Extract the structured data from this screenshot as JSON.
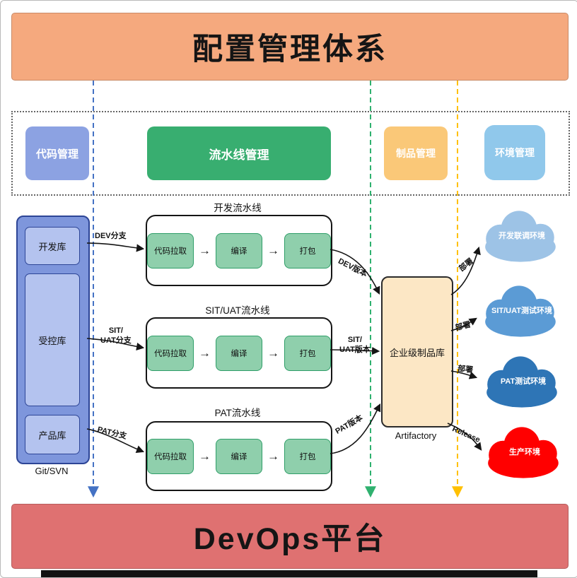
{
  "header": {
    "title": "配置管理体系"
  },
  "footer": {
    "title": "DevOps平台"
  },
  "legend": {
    "code": "代码管理",
    "pipeline": "流水线管理",
    "artifact": "制品管理",
    "environment": "环境管理"
  },
  "repo": {
    "dev": "开发库",
    "controlled": "受控库",
    "product": "产品库",
    "caption": "Git/SVN"
  },
  "pipelines": [
    {
      "title": "开发流水线",
      "steps": [
        "代码拉取",
        "编译",
        "打包"
      ]
    },
    {
      "title": "SIT/UAT流水线",
      "steps": [
        "代码拉取",
        "编译",
        "打包"
      ]
    },
    {
      "title": "PAT流水线",
      "steps": [
        "代码拉取",
        "编译",
        "打包"
      ]
    }
  ],
  "labels": {
    "dev_branch": "DEV分支",
    "sit_branch": "SIT/\nUAT分支",
    "pat_branch": "PAT分支",
    "dev_version": "DEV版本",
    "sit_version": "SIT/\nUAT版本",
    "pat_version": "PAT版本",
    "deploy": "部署",
    "release": "Release"
  },
  "artifact": {
    "label": "企业级制品库",
    "caption": "Artifactory"
  },
  "environments": [
    {
      "label": "开发联调环境",
      "color": "#9DC3E6"
    },
    {
      "label": "SIT/UAT测试环境",
      "color": "#5B9BD5"
    },
    {
      "label": "PAT测试环境",
      "color": "#2E75B6"
    },
    {
      "label": "生产环境",
      "color": "#FF0000"
    }
  ],
  "icons": {
    "flow_arrow": "→"
  },
  "colors": {
    "header_bg": "#F5A97E",
    "footer_bg": "#DF7171",
    "badge_code": "#8CA2E2",
    "badge_pipeline": "#38AE70",
    "badge_artifact": "#FAC878",
    "badge_env": "#90C8EB",
    "repo_outer": "#7E96DC",
    "repo_inner": "#B4C3EF",
    "step_bg": "#8FCFAC",
    "artifact_bg": "#FCE7C5",
    "line_code": "#4472C4",
    "line_pipeline": "#2FB16F",
    "line_artifact": "#FFC000",
    "arrow": "#151515"
  }
}
